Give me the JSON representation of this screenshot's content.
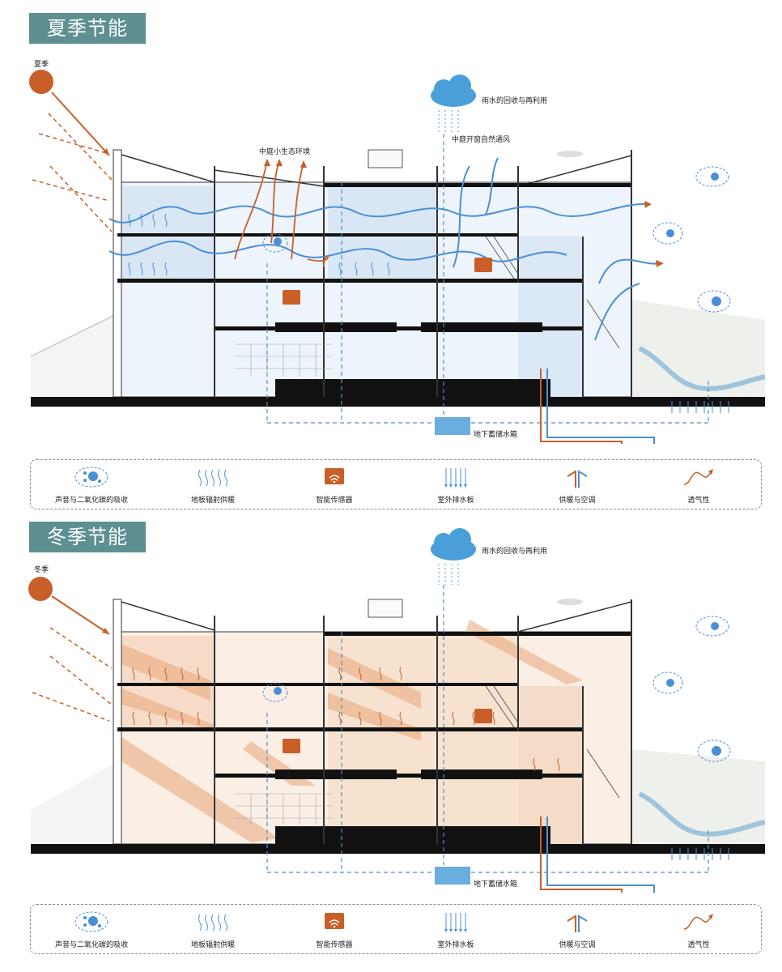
{
  "colors": {
    "accent": "#5e8f91",
    "sun": "#c85f28",
    "water": "#4a8fd6",
    "warm": "#e8a77a",
    "ground": "#111111"
  },
  "panels": [
    {
      "id": "summer",
      "title": "夏季节能",
      "season": "夏季",
      "annotations": {
        "courtyard_eco": "中庭小生态环境",
        "rain": "雨水的回收与再利用",
        "ventilation": "中庭开窗自然通风",
        "tank": "地下蓄储水箱"
      }
    },
    {
      "id": "winter",
      "title": "冬季节能",
      "season": "冬季",
      "annotations": {
        "rain": "雨水的回收与再利用",
        "tank": "地下蓄储水箱"
      }
    }
  ],
  "legend": [
    {
      "icon": "sound-co2-icon",
      "label": "声音与二氧化碳的吸收"
    },
    {
      "icon": "floor-heating-icon",
      "label": "地板辐射供暖"
    },
    {
      "icon": "smart-sensor-icon",
      "label": "智能传感器"
    },
    {
      "icon": "drainage-board-icon",
      "label": "室外排水板"
    },
    {
      "icon": "heating-ac-icon",
      "label": "供暖与空调"
    },
    {
      "icon": "breathability-icon",
      "label": "透气性"
    }
  ]
}
